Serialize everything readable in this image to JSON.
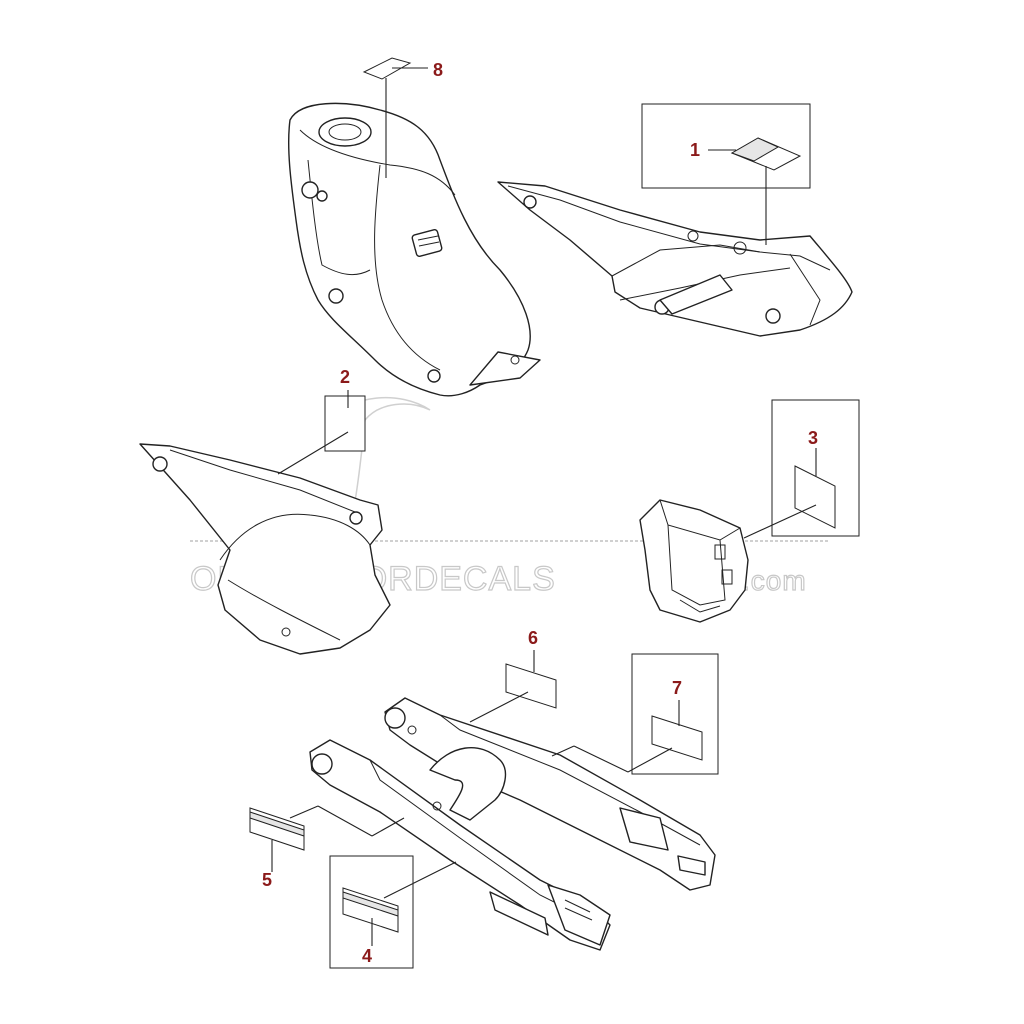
{
  "callouts": {
    "c1": "1",
    "c2": "2",
    "c3": "3",
    "c4": "4",
    "c5": "5",
    "c6": "6",
    "c7": "7",
    "c8": "8"
  },
  "watermark": {
    "text_main": "OEM-MOTORDECALS",
    "text_suffix": ".com"
  },
  "colors": {
    "callout": "#8b1a1a",
    "line": "#222222",
    "watermark": "#c8c8c8"
  }
}
